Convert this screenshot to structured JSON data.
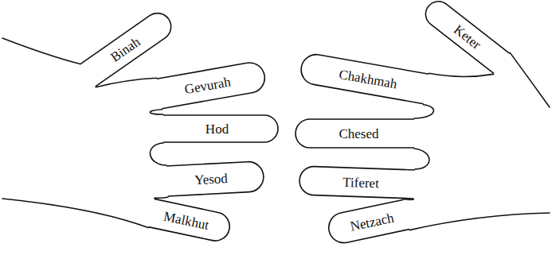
{
  "diagram": {
    "nodes": [
      {
        "text": [
          "Binah"
        ]
      },
      {
        "text": [
          "Keter"
        ]
      },
      {
        "text": [
          "Gevurah"
        ]
      },
      {
        "text": [
          "Chakhmah"
        ]
      },
      {
        "text": [
          "Hod"
        ]
      },
      {
        "text": [
          "Chesed"
        ]
      },
      {
        "text": [
          "Yesod"
        ]
      },
      {
        "text": [
          "Tiferet"
        ]
      },
      {
        "text": [
          "Malkhut"
        ]
      },
      {
        "text": [
          "Netzach"
        ]
      }
    ]
  }
}
